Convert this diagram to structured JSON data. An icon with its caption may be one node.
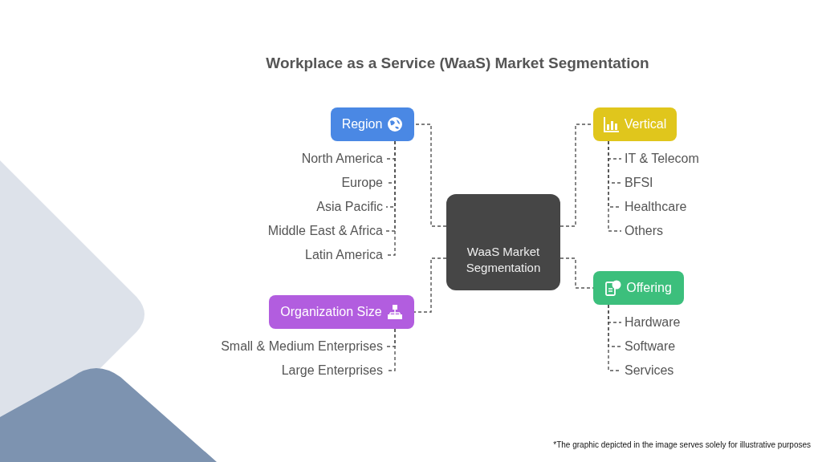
{
  "diagram": {
    "title": "Workplace as a Service (WaaS) Market Segmentation",
    "nodes": [
      {
        "text": [
          "WaaS Market Segmentation"
        ]
      },
      {
        "text": [
          "Region"
        ]
      },
      {
        "text": [
          "Vertical"
        ]
      },
      {
        "text": [
          "Organization Size"
        ]
      },
      {
        "text": [
          "Offering"
        ]
      },
      {
        "text": [
          "North America"
        ]
      },
      {
        "text": [
          "Europe"
        ]
      },
      {
        "text": [
          "Asia Pacific"
        ]
      },
      {
        "text": [
          "Middle East & Africa"
        ]
      },
      {
        "text": [
          "Latin America"
        ]
      },
      {
        "text": [
          "IT & Telecom"
        ]
      },
      {
        "text": [
          "BFSI"
        ]
      },
      {
        "text": [
          "Healthcare"
        ]
      },
      {
        "text": [
          "Others"
        ]
      },
      {
        "text": [
          "Small & Medium Enterprises"
        ]
      },
      {
        "text": [
          "Large Enterprises"
        ]
      },
      {
        "text": [
          "Hardware"
        ]
      },
      {
        "text": [
          "Software"
        ]
      },
      {
        "text": [
          "Services"
        ]
      }
    ],
    "edges": [
      {
        "from": 0,
        "to": 1,
        "arrow": "none",
        "style": "dashed"
      },
      {
        "from": 0,
        "to": 2,
        "arrow": "none",
        "style": "dashed"
      },
      {
        "from": 0,
        "to": 3,
        "arrow": "none",
        "style": "dashed"
      },
      {
        "from": 0,
        "to": 4,
        "arrow": "none",
        "style": "dashed"
      },
      {
        "from": 1,
        "to": 5,
        "arrow": "none",
        "style": "dashed"
      },
      {
        "from": 1,
        "to": 6,
        "arrow": "none",
        "style": "dashed"
      },
      {
        "from": 1,
        "to": 7,
        "arrow": "none",
        "style": "dashed"
      },
      {
        "from": 1,
        "to": 8,
        "arrow": "none",
        "style": "dashed"
      },
      {
        "from": 1,
        "to": 9,
        "arrow": "none",
        "style": "dashed"
      },
      {
        "from": 2,
        "to": 10,
        "arrow": "none",
        "style": "dashed"
      },
      {
        "from": 2,
        "to": 11,
        "arrow": "none",
        "style": "dashed"
      },
      {
        "from": 2,
        "to": 12,
        "arrow": "none",
        "style": "dashed"
      },
      {
        "from": 2,
        "to": 13,
        "arrow": "none",
        "style": "dashed"
      },
      {
        "from": 3,
        "to": 14,
        "arrow": "none",
        "style": "dashed"
      },
      {
        "from": 3,
        "to": 15,
        "arrow": "none",
        "style": "dashed"
      },
      {
        "from": 4,
        "to": 16,
        "arrow": "none",
        "style": "dashed"
      },
      {
        "from": 4,
        "to": 17,
        "arrow": "none",
        "style": "dashed"
      },
      {
        "from": 4,
        "to": 18,
        "arrow": "none",
        "style": "dashed"
      }
    ],
    "labels": [
      "*The graphic depicted in the image serves solely for illustrative purposes"
    ]
  }
}
